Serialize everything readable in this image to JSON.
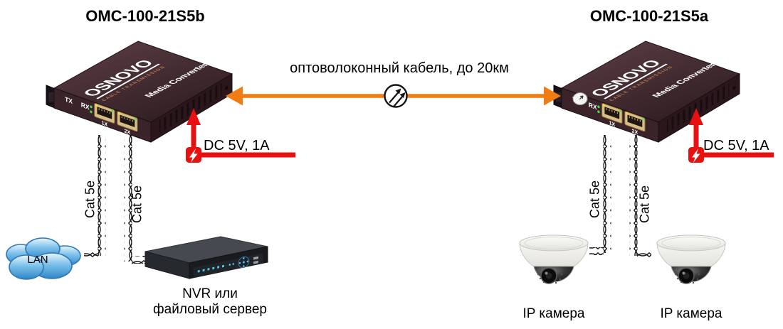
{
  "devices": {
    "left": {
      "title": "OMC-100-21S5b"
    },
    "right": {
      "title": "OMC-100-21S5a"
    },
    "common": {
      "brand": "OSNOVO",
      "brand_sub": "CABLE TRANSMISSION",
      "label": "Media Converter",
      "tx": "TX",
      "rx": "RX",
      "port1": "1X",
      "port2": "2X"
    }
  },
  "fiber_link": {
    "label": "оптоволоконный кабель, до 20км",
    "color": "#F07C14"
  },
  "power": {
    "label": "DC 5V, 1A",
    "color": "#E81111"
  },
  "cable_label": "Cat 5e",
  "lan_label": "LAN",
  "nvr_label": {
    "line1": "NVR или",
    "line2": "файловый сервер"
  },
  "camera_labels": [
    "IP камера",
    "IP камера"
  ]
}
